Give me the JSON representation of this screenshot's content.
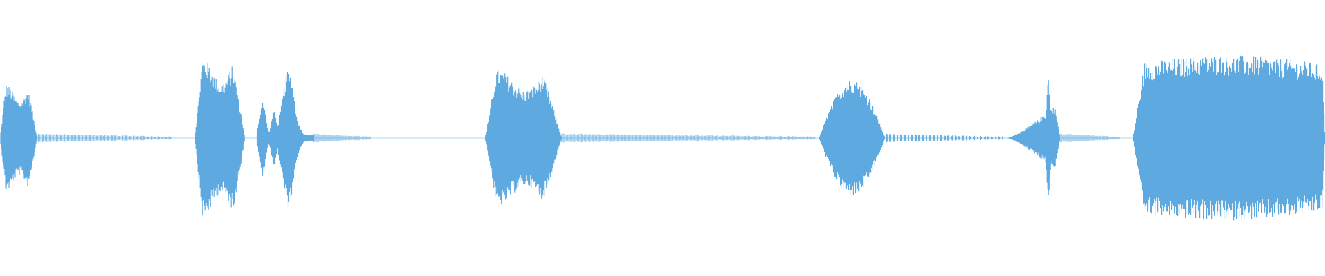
{
  "waveform": {
    "color": "#5DA9E0",
    "background": "#FFFFFF",
    "segments": [
      {
        "name": "sound-burst-1",
        "start": 0.0,
        "end": 0.028,
        "shape": "plateau",
        "amplitude": 0.62
      },
      {
        "name": "sound-burst-2",
        "start": 0.147,
        "end": 0.185,
        "shape": "plateau",
        "amplitude": 0.92
      },
      {
        "name": "sound-burst-3",
        "start": 0.194,
        "end": 0.237,
        "shape": "split",
        "amplitude": 0.75
      },
      {
        "name": "sound-burst-4",
        "start": 0.366,
        "end": 0.424,
        "shape": "plateau",
        "amplitude": 0.79
      },
      {
        "name": "sound-burst-5",
        "start": 0.618,
        "end": 0.668,
        "shape": "dome",
        "amplitude": 0.68
      },
      {
        "name": "sound-burst-6",
        "start": 0.76,
        "end": 0.8,
        "shape": "ramp-spike",
        "amplitude": 0.72
      },
      {
        "name": "sound-burst-7",
        "start": 0.855,
        "end": 1.0,
        "shape": "long",
        "amplitude": 1.0
      }
    ],
    "tails": [
      {
        "start": 0.028,
        "end": 0.13
      },
      {
        "start": 0.237,
        "end": 0.28
      },
      {
        "start": 0.424,
        "end": 0.615
      },
      {
        "start": 0.668,
        "end": 0.757
      },
      {
        "start": 0.8,
        "end": 0.845
      }
    ]
  }
}
